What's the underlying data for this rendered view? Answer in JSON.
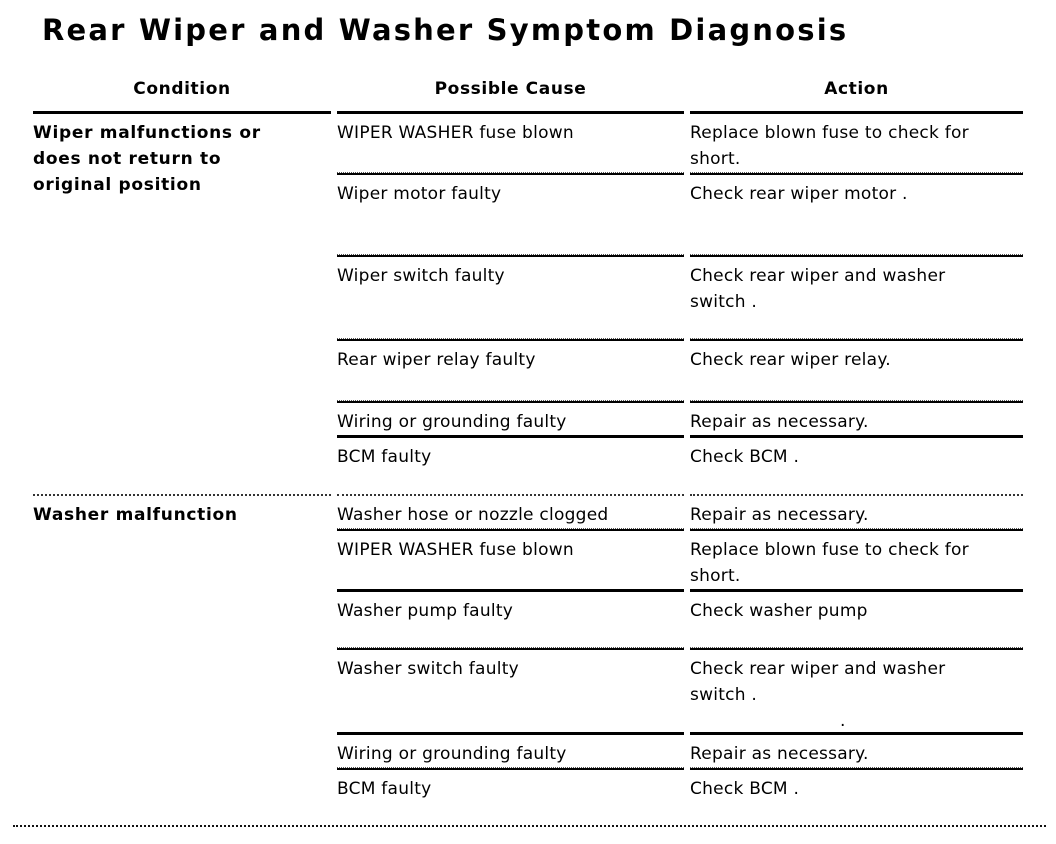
{
  "title": "Rear Wiper and Washer Symptom Diagnosis",
  "table": {
    "headers": [
      "Condition",
      "Possible Cause",
      "Action"
    ],
    "sections": [
      {
        "condition": "Wiper malfunctions or does not return to original position",
        "rows": [
          {
            "cause": "WIPER WASHER fuse blown",
            "action": "Replace blown fuse to check for\nshort."
          },
          {
            "cause": "Wiper motor faulty",
            "action": "Check rear wiper motor ."
          },
          {
            "cause": "Wiper switch faulty",
            "action": "Check rear wiper and washer\nswitch ."
          },
          {
            "cause": "Rear wiper relay faulty",
            "action": "Check rear wiper relay."
          },
          {
            "cause": "Wiring or grounding faulty",
            "action": "Repair as necessary."
          },
          {
            "cause": "BCM faulty",
            "action": "Check BCM ."
          }
        ]
      },
      {
        "condition": "Washer malfunction",
        "rows": [
          {
            "cause": "Washer hose or nozzle clogged",
            "action": "Repair as necessary."
          },
          {
            "cause": "WIPER WASHER fuse blown",
            "action": "Replace blown fuse to check for\nshort."
          },
          {
            "cause": "Washer pump faulty",
            "action": "Check washer pump"
          },
          {
            "cause": "Washer switch faulty",
            "action": "Check rear wiper and washer\nswitch .",
            "artifact": "."
          },
          {
            "cause": "Wiring or grounding faulty",
            "action": "Repair as necessary."
          },
          {
            "cause": "BCM faulty",
            "action": "Check BCM ."
          }
        ]
      }
    ]
  }
}
